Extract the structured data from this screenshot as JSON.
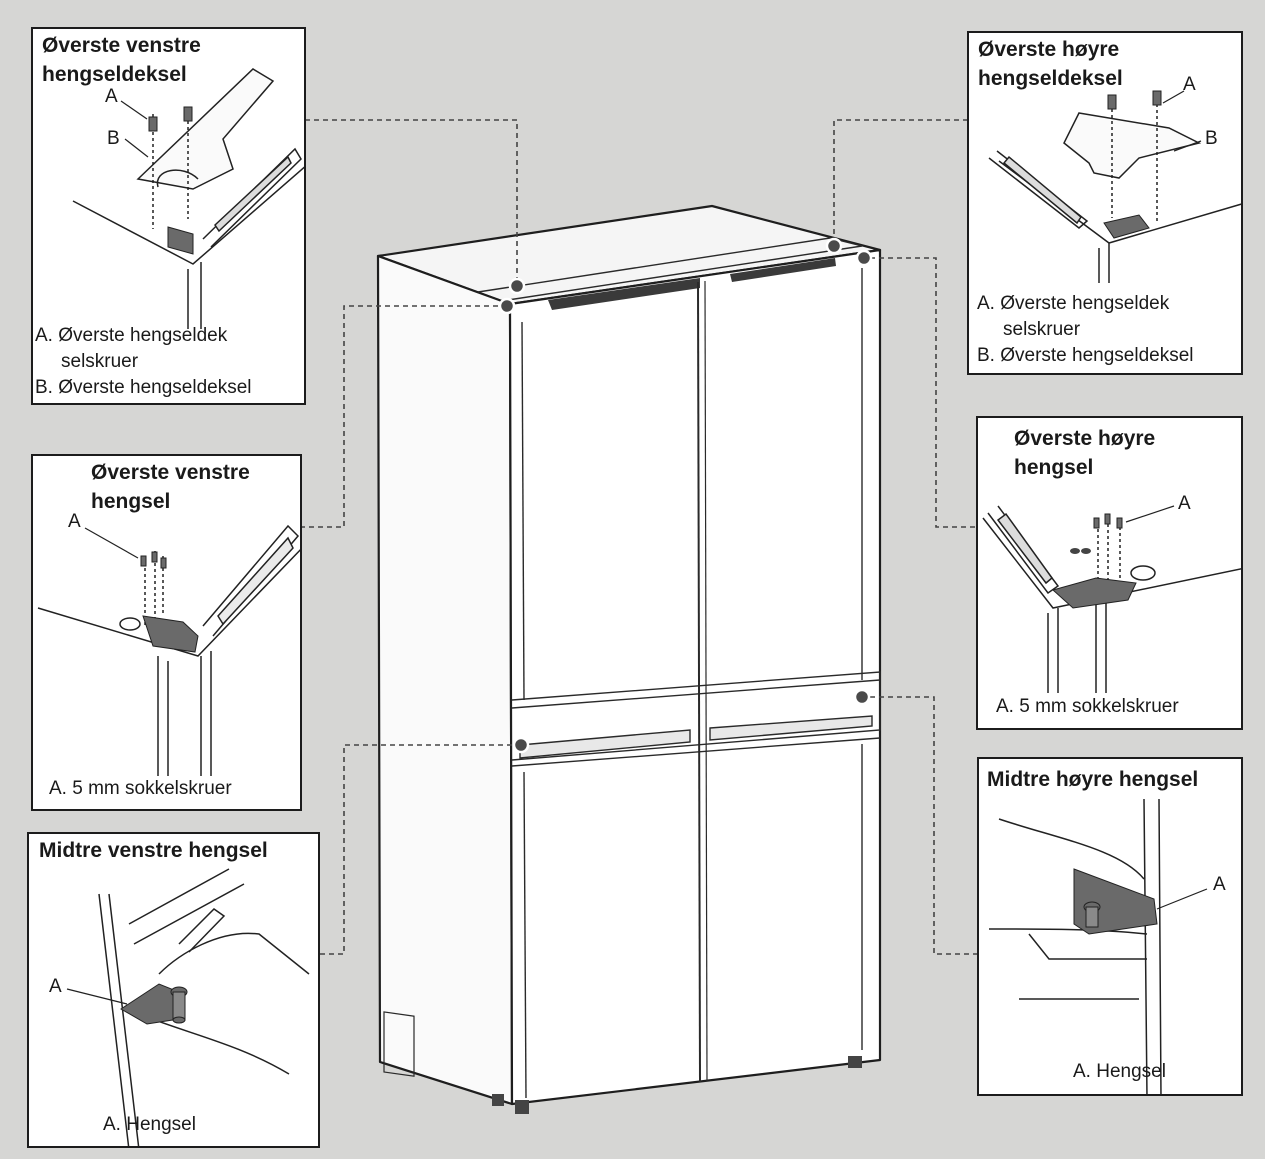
{
  "colors": {
    "background": "#d6d6d4",
    "panel_border": "#1c1c1c",
    "leader_line": "#444444",
    "hinge_dot": "#4a4a4a",
    "hinge_metal": "#6a6a6a"
  },
  "panels": {
    "top_left_cover": {
      "title_line1": "Øverste venstre",
      "title_line2": "hengseldeksel",
      "label_a": "A",
      "label_b": "B",
      "caption_a_line1": "A. Øverste hengseldek",
      "caption_a_line2": "selskruer",
      "caption_b": "B. Øverste hengseldeksel"
    },
    "top_right_cover": {
      "title_line1": "Øverste høyre",
      "title_line2": "hengseldeksel",
      "label_a": "A",
      "label_b": "B",
      "caption_a_line1": "A. Øverste hengseldek",
      "caption_a_line2": "selskruer",
      "caption_b": "B. Øverste hengseldeksel"
    },
    "top_left_hinge": {
      "title_line1": "Øverste venstre",
      "title_line2": "hengsel",
      "label_a": "A",
      "caption_a": "A. 5 mm sokkelskruer"
    },
    "top_right_hinge": {
      "title_line1": "Øverste høyre",
      "title_line2": "hengsel",
      "label_a": "A",
      "caption_a": "A. 5 mm sokkelskruer"
    },
    "middle_left_hinge": {
      "title": "Midtre venstre hengsel",
      "label_a": "A",
      "caption_a": "A. Hengsel"
    },
    "middle_right_hinge": {
      "title": "Midtre høyre hengsel",
      "label_a": "A",
      "caption_a": "A. Hengsel"
    }
  }
}
